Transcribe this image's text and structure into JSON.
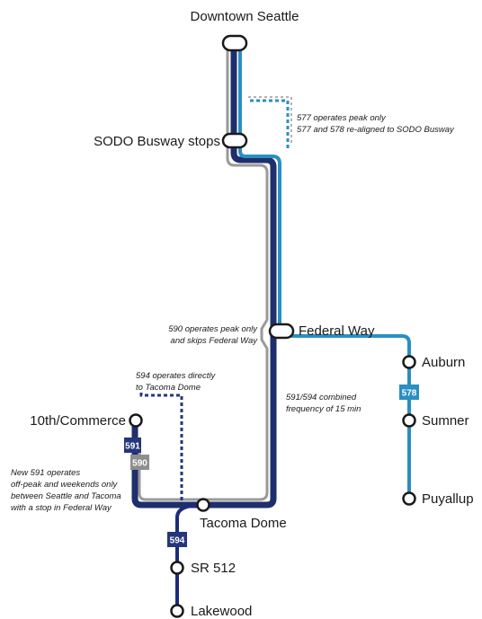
{
  "colors": {
    "route_591_594": "#1f2f6b",
    "route_594_dark": "#1c2c78",
    "route_577_578": "#2a8fc1",
    "route_590": "#9a9a9a",
    "badge_591": "#25367a",
    "badge_590": "#8e8e8e",
    "badge_594": "#25367a",
    "badge_578": "#2a8fc1",
    "background": "#ffffff"
  },
  "stops": {
    "downtown_seattle": "Downtown Seattle",
    "sodo": "SODO Busway stops",
    "federal_way": "Federal Way",
    "auburn": "Auburn",
    "sumner": "Sumner",
    "puyallup": "Puyallup",
    "commerce": "10th/Commerce",
    "tacoma_dome": "Tacoma Dome",
    "sr512": "SR 512",
    "lakewood": "Lakewood"
  },
  "badges": {
    "b591": "591",
    "b590": "590",
    "b594": "594",
    "b578": "578"
  },
  "notes": {
    "n577_line1": "577 operates peak only",
    "n577_line2": "577 and 578 re-aligned to SODO Busway",
    "n590_line1": "590 operates peak only",
    "n590_line2": "and skips Federal Way",
    "n594_line1": "594 operates directly",
    "n594_line2": "to Tacoma Dome",
    "n591_594_line1": "591/594 combined",
    "n591_594_line2": "frequency of 15 min",
    "n591_line1": "New 591 operates",
    "n591_line2": "off-peak and weekends only",
    "n591_line3": "between Seattle and Tacoma",
    "n591_line4": "with a stop in Federal Way"
  }
}
